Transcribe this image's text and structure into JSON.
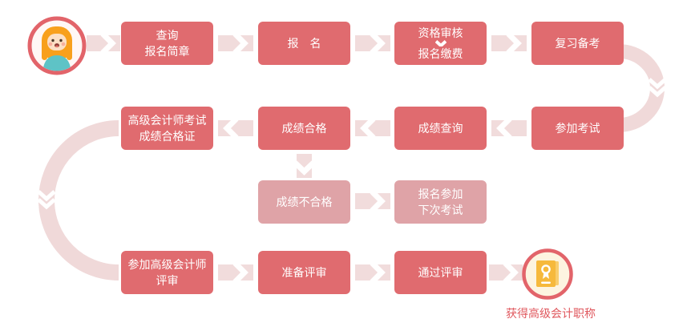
{
  "nodes": {
    "query": {
      "line1": "查询",
      "line2": "报名简章"
    },
    "register": {
      "label": "报　名"
    },
    "review_pay": {
      "line1": "资格审核",
      "line2": "报名缴费"
    },
    "prepare_exam": {
      "label": "复习备考"
    },
    "take_exam": {
      "label": "参加考试"
    },
    "score_query": {
      "label": "成绩查询"
    },
    "score_pass": {
      "label": "成绩合格"
    },
    "certificate": {
      "line1": "高级会计师考试",
      "line2": "成绩合格证"
    },
    "score_fail": {
      "label": "成绩不合格"
    },
    "retry": {
      "line1": "报名参加",
      "line2": "下次考试"
    },
    "join_review": {
      "line1": "参加高级会计师",
      "line2": "评审"
    },
    "prepare_review": {
      "label": "准备评审"
    },
    "pass_review": {
      "label": "通过评审"
    },
    "end_label": "获得高级会计职称"
  },
  "icons": {
    "start": "girl-avatar-icon",
    "end": "certificate-medal-icon",
    "between_steps": "chevron-arrow-icon",
    "inside_review_pay": "down-chevron-icon"
  },
  "colors": {
    "primary_box": "#e06b6f",
    "muted_box": "#dfa3a7",
    "arrow": "#f1dcdc",
    "arc": "#f0d9d9",
    "circle_border": "#e2646a",
    "end_label_text": "#e0585e",
    "background": "#ffffff"
  }
}
